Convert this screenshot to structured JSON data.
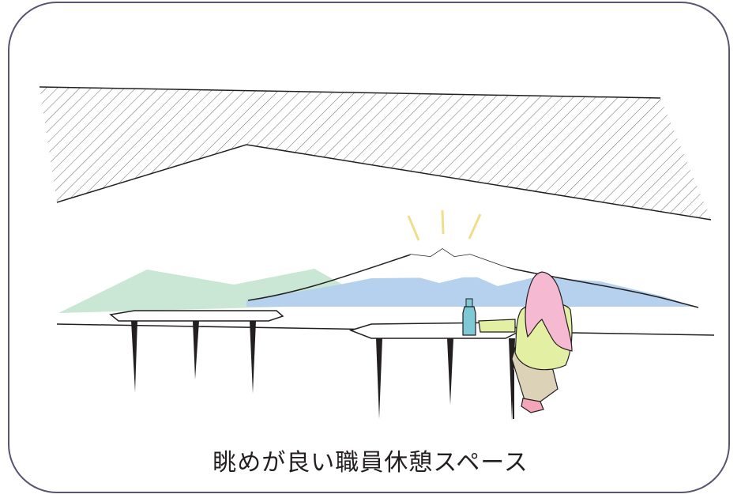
{
  "caption": "眺めが良い職員休憩スペース",
  "colors": {
    "frame": "#5a5470",
    "hatch": "#6d6d6d",
    "green_hills": "#c9e7d4",
    "blue_mountains": "#b5d1ee",
    "bottle": "#7fc8d6",
    "person_top": "#e3f0a4",
    "person_hair": "#f6b9d2",
    "person_pants": "#dcd2b8",
    "shoes": "#f3a6b8",
    "sparkle": "#f1de8c"
  },
  "icons": [
    "mountain-scene-illustration",
    "person-silhouette",
    "bottle-icon",
    "sparkle-lines"
  ]
}
